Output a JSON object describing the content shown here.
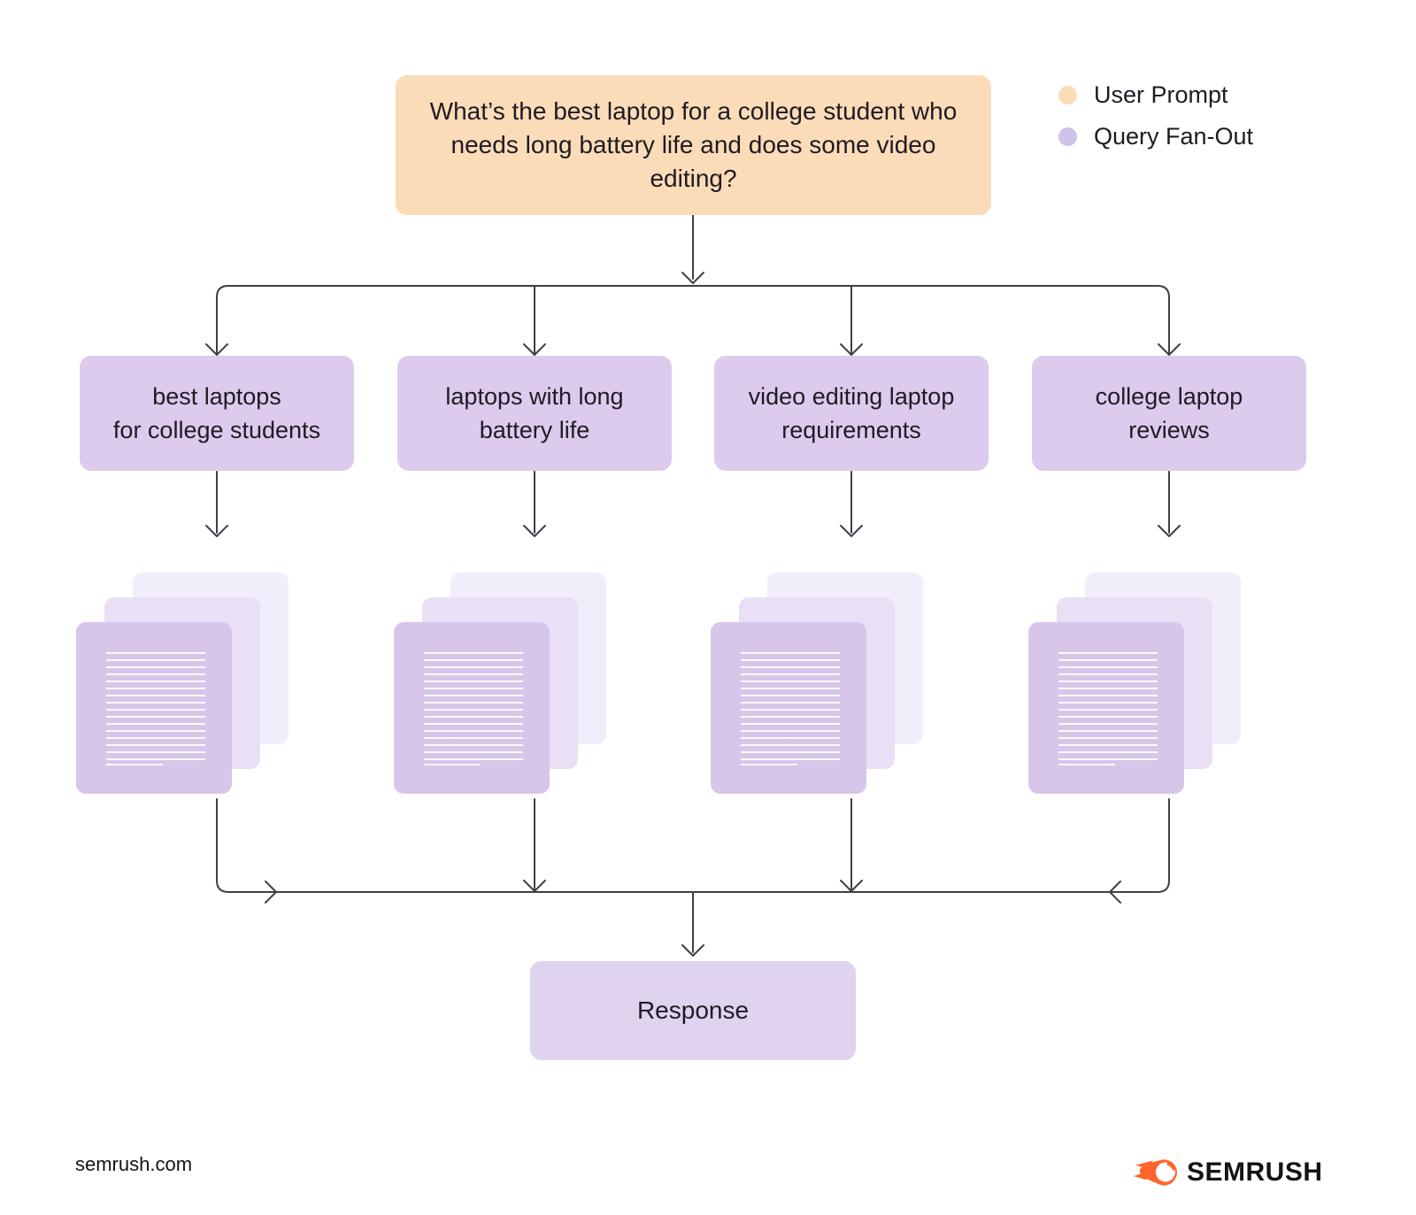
{
  "prompt": {
    "text": "What’s the best laptop for a college student who needs long battery life and does some video editing?"
  },
  "legend": {
    "items": [
      {
        "label": "User Prompt",
        "color": "#fbdcb8"
      },
      {
        "label": "Query Fan-Out",
        "color": "#cfc2e9"
      }
    ]
  },
  "queries": [
    {
      "line1": "best laptops",
      "line2": "for college students"
    },
    {
      "line1": "laptops with long",
      "line2": "battery life"
    },
    {
      "line1": "video editing laptop",
      "line2": "requirements"
    },
    {
      "line1": "college laptop",
      "line2": "reviews"
    }
  ],
  "response": {
    "label": "Response"
  },
  "footer": {
    "site": "semrush.com",
    "brand": "SEMRUSH"
  },
  "colors": {
    "prompt": "#fbdcb8",
    "queryBox": "#dccbec",
    "responseBox": "#dfd3ef",
    "docFront": "#d8c6ea",
    "docMiddle": "#e9e0f5",
    "docBack": "#f2edfa",
    "line": "#3f3f48",
    "text": "#201a23",
    "brandOrange": "#ff642d",
    "legendUser": "#fbdcb8",
    "legendQuery": "#cfc2e9"
  }
}
